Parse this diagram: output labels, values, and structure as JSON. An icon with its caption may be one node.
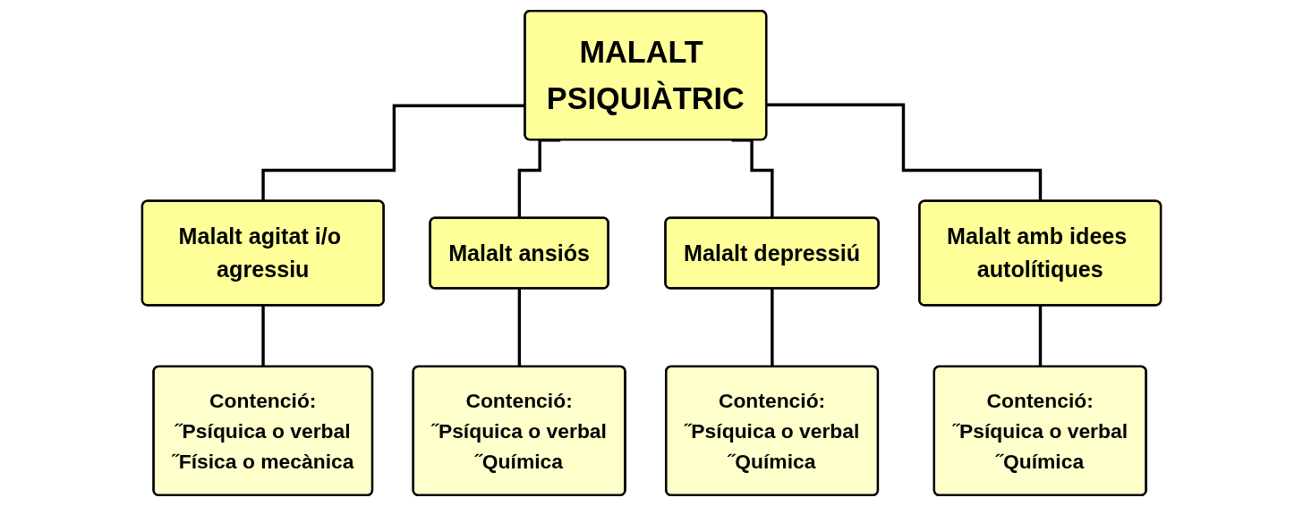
{
  "diagram": {
    "nodes": [
      {
        "text": [
          "MALALT PSIQUIÀTRIC"
        ]
      },
      {
        "text": [
          "Malalt agitat i/o agressiu"
        ]
      },
      {
        "text": [
          "Malalt ansiós"
        ]
      },
      {
        "text": [
          "Malalt depressiú"
        ]
      },
      {
        "text": [
          "Malalt amb idees autolítiques"
        ]
      },
      {
        "text": [
          "Contenció:",
          "˝Psíquica o verbal",
          "˝Física o mecànica"
        ]
      },
      {
        "text": [
          "Contenció:",
          "˝Psíquica o verbal",
          "˝Química"
        ]
      },
      {
        "text": [
          "Contenció:",
          "˝Psíquica o verbal",
          "˝Química"
        ]
      },
      {
        "text": [
          "Contenció:",
          "˝Psíquica o verbal",
          "˝Química"
        ]
      }
    ],
    "edges": [
      {
        "from": 0,
        "to": 1,
        "arrow": "none"
      },
      {
        "from": 0,
        "to": 2,
        "arrow": "none"
      },
      {
        "from": 0,
        "to": 3,
        "arrow": "none"
      },
      {
        "from": 0,
        "to": 4,
        "arrow": "none"
      },
      {
        "from": 1,
        "to": 5,
        "arrow": "none"
      },
      {
        "from": 2,
        "to": 6,
        "arrow": "none"
      },
      {
        "from": 3,
        "to": 7,
        "arrow": "none"
      },
      {
        "from": 4,
        "to": 8,
        "arrow": "none"
      }
    ]
  }
}
